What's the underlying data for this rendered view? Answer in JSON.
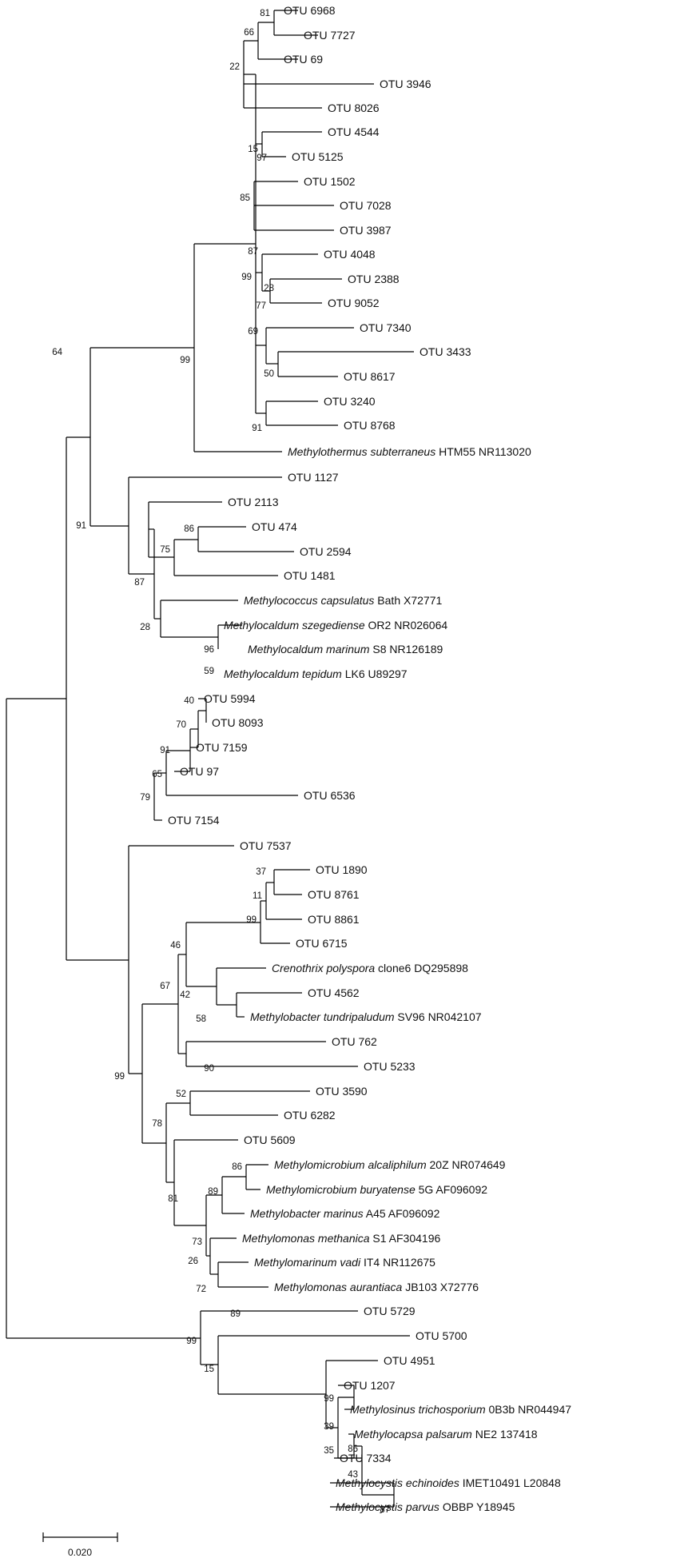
{
  "tree": {
    "scale_bar": {
      "label": "0.020"
    },
    "leaves": [
      {
        "id": "L1",
        "parts": [
          {
            "t": "OTU 6968"
          }
        ]
      },
      {
        "id": "L2",
        "parts": [
          {
            "t": "OTU 7727"
          }
        ]
      },
      {
        "id": "L3",
        "parts": [
          {
            "t": "OTU 69"
          }
        ]
      },
      {
        "id": "L4",
        "parts": [
          {
            "t": "OTU 3946"
          }
        ]
      },
      {
        "id": "L5",
        "parts": [
          {
            "t": "OTU 8026"
          }
        ]
      },
      {
        "id": "L6",
        "parts": [
          {
            "t": "OTU 4544"
          }
        ]
      },
      {
        "id": "L7",
        "parts": [
          {
            "t": "OTU 5125"
          }
        ]
      },
      {
        "id": "L8",
        "parts": [
          {
            "t": "OTU 1502"
          }
        ]
      },
      {
        "id": "L9",
        "parts": [
          {
            "t": "OTU 7028"
          }
        ]
      },
      {
        "id": "L10",
        "parts": [
          {
            "t": "OTU 3987"
          }
        ]
      },
      {
        "id": "L11",
        "parts": [
          {
            "t": "OTU 4048"
          }
        ]
      },
      {
        "id": "L12",
        "parts": [
          {
            "t": "OTU 2388"
          }
        ]
      },
      {
        "id": "L13",
        "parts": [
          {
            "t": "OTU 9052"
          }
        ]
      },
      {
        "id": "L14",
        "parts": [
          {
            "t": "OTU 7340"
          }
        ]
      },
      {
        "id": "L15",
        "parts": [
          {
            "t": "OTU 3433"
          }
        ]
      },
      {
        "id": "L16",
        "parts": [
          {
            "t": "OTU 8617"
          }
        ]
      },
      {
        "id": "L17",
        "parts": [
          {
            "t": "OTU 3240"
          }
        ]
      },
      {
        "id": "L18",
        "parts": [
          {
            "t": "OTU 8768"
          }
        ]
      },
      {
        "id": "L19",
        "parts": [
          {
            "t": "Methylothermus subterraneus",
            "i": true
          },
          {
            "t": " HTM55 NR113020"
          }
        ]
      },
      {
        "id": "L20",
        "parts": [
          {
            "t": "OTU 1127"
          }
        ]
      },
      {
        "id": "L21",
        "parts": [
          {
            "t": "OTU 2113"
          }
        ]
      },
      {
        "id": "L22",
        "parts": [
          {
            "t": "OTU 474"
          }
        ]
      },
      {
        "id": "L23",
        "parts": [
          {
            "t": "OTU 2594"
          }
        ]
      },
      {
        "id": "L24",
        "parts": [
          {
            "t": "OTU 1481"
          }
        ]
      },
      {
        "id": "L25",
        "parts": [
          {
            "t": "Methylococcus capsulatus",
            "i": true
          },
          {
            "t": " Bath X72771"
          }
        ]
      },
      {
        "id": "L26",
        "parts": [
          {
            "t": "Methylocaldum szegediense",
            "i": true
          },
          {
            "t": " OR2 NR026064"
          }
        ]
      },
      {
        "id": "L27",
        "parts": [
          {
            "t": "Methylocaldum marinum",
            "i": true
          },
          {
            "t": " S8 NR126189"
          }
        ]
      },
      {
        "id": "L28",
        "parts": [
          {
            "t": "Methylocaldum tepidum",
            "i": true
          },
          {
            "t": " LK6 U89297"
          }
        ]
      },
      {
        "id": "L29",
        "parts": [
          {
            "t": "OTU 5994"
          }
        ]
      },
      {
        "id": "L30",
        "parts": [
          {
            "t": "OTU 8093"
          }
        ]
      },
      {
        "id": "L31",
        "parts": [
          {
            "t": "OTU 7159"
          }
        ]
      },
      {
        "id": "L32",
        "parts": [
          {
            "t": "OTU 97"
          }
        ]
      },
      {
        "id": "L33",
        "parts": [
          {
            "t": "OTU 6536"
          }
        ]
      },
      {
        "id": "L34",
        "parts": [
          {
            "t": "OTU 7154"
          }
        ]
      },
      {
        "id": "L35",
        "parts": [
          {
            "t": "OTU 7537"
          }
        ]
      },
      {
        "id": "L36",
        "parts": [
          {
            "t": "OTU 1890"
          }
        ]
      },
      {
        "id": "L37",
        "parts": [
          {
            "t": "OTU 8761"
          }
        ]
      },
      {
        "id": "L38",
        "parts": [
          {
            "t": "OTU 8861"
          }
        ]
      },
      {
        "id": "L39",
        "parts": [
          {
            "t": "OTU 6715"
          }
        ]
      },
      {
        "id": "L40",
        "parts": [
          {
            "t": "Crenothrix polyspora",
            "i": true
          },
          {
            "t": " clone6 DQ295898"
          }
        ]
      },
      {
        "id": "L41",
        "parts": [
          {
            "t": "OTU 4562"
          }
        ]
      },
      {
        "id": "L42",
        "parts": [
          {
            "t": "Methylobacter tundripaludum",
            "i": true
          },
          {
            "t": " SV96 NR042107"
          }
        ]
      },
      {
        "id": "L43",
        "parts": [
          {
            "t": "OTU 762"
          }
        ]
      },
      {
        "id": "L44",
        "parts": [
          {
            "t": "OTU 5233"
          }
        ]
      },
      {
        "id": "L45",
        "parts": [
          {
            "t": "OTU 3590"
          }
        ]
      },
      {
        "id": "L46",
        "parts": [
          {
            "t": "OTU 6282"
          }
        ]
      },
      {
        "id": "L47",
        "parts": [
          {
            "t": "OTU 5609"
          }
        ]
      },
      {
        "id": "L48",
        "parts": [
          {
            "t": "Methylomicrobium alcaliphilum",
            "i": true
          },
          {
            "t": " 20Z NR074649"
          }
        ]
      },
      {
        "id": "L49",
        "parts": [
          {
            "t": "Methylomicrobium buryatense",
            "i": true
          },
          {
            "t": " 5G AF096092"
          }
        ]
      },
      {
        "id": "L50",
        "parts": [
          {
            "t": "Methylobacter marinus",
            "i": true
          },
          {
            "t": " A45 AF096092"
          }
        ]
      },
      {
        "id": "L51",
        "parts": [
          {
            "t": "Methylomonas methanica",
            "i": true
          },
          {
            "t": " S1 AF304196"
          }
        ]
      },
      {
        "id": "L52",
        "parts": [
          {
            "t": "Methylomarinum vadi",
            "i": true
          },
          {
            "t": " IT4 NR112675"
          }
        ]
      },
      {
        "id": "L53",
        "parts": [
          {
            "t": "Methylomonas aurantiaca",
            "i": true
          },
          {
            "t": " JB103 X72776"
          }
        ]
      },
      {
        "id": "L54",
        "parts": [
          {
            "t": "OTU 5729"
          }
        ]
      },
      {
        "id": "L55",
        "parts": [
          {
            "t": "OTU 5700"
          }
        ]
      },
      {
        "id": "L56",
        "parts": [
          {
            "t": "OTU 4951"
          }
        ]
      },
      {
        "id": "L57",
        "parts": [
          {
            "t": "OTU 1207"
          }
        ]
      },
      {
        "id": "L58",
        "parts": [
          {
            "t": "Methylosinus trichosporium",
            "i": true
          },
          {
            "t": " 0B3b NR044947"
          }
        ]
      },
      {
        "id": "L59",
        "parts": [
          {
            "t": "Methylocapsa palsarum",
            "i": true
          },
          {
            "t": " NE2 137418"
          }
        ]
      },
      {
        "id": "L60",
        "parts": [
          {
            "t": "OTU 7334"
          }
        ]
      },
      {
        "id": "L61",
        "parts": [
          {
            "t": "Methylocystis echinoides",
            "i": true
          },
          {
            "t": " IMET10491 L20848"
          }
        ]
      },
      {
        "id": "L62",
        "parts": [
          {
            "t": "Methylocystis parvus",
            "i": true
          },
          {
            "t": " OBBP Y18945"
          }
        ]
      }
    ],
    "bootstrap_values": [
      {
        "id": "s81a",
        "v": "81"
      },
      {
        "id": "s66",
        "v": "66"
      },
      {
        "id": "s22",
        "v": "22"
      },
      {
        "id": "s15a",
        "v": "15"
      },
      {
        "id": "s97",
        "v": "97"
      },
      {
        "id": "s85",
        "v": "85"
      },
      {
        "id": "s87a",
        "v": "87"
      },
      {
        "id": "s28a",
        "v": "28"
      },
      {
        "id": "s77",
        "v": "77"
      },
      {
        "id": "s99a",
        "v": "99"
      },
      {
        "id": "s69",
        "v": "69"
      },
      {
        "id": "s50",
        "v": "50"
      },
      {
        "id": "s91a",
        "v": "91"
      },
      {
        "id": "s99b",
        "v": "99"
      },
      {
        "id": "s64",
        "v": "64"
      },
      {
        "id": "s91b",
        "v": "91"
      },
      {
        "id": "s86a",
        "v": "86"
      },
      {
        "id": "s75",
        "v": "75"
      },
      {
        "id": "s87b",
        "v": "87"
      },
      {
        "id": "s28b",
        "v": "28"
      },
      {
        "id": "s96",
        "v": "96"
      },
      {
        "id": "s59",
        "v": "59"
      },
      {
        "id": "s40",
        "v": "40"
      },
      {
        "id": "s70",
        "v": "70"
      },
      {
        "id": "s91c",
        "v": "91"
      },
      {
        "id": "s65",
        "v": "65"
      },
      {
        "id": "s79",
        "v": "79"
      },
      {
        "id": "s37",
        "v": "37"
      },
      {
        "id": "s11",
        "v": "11"
      },
      {
        "id": "s99c",
        "v": "99"
      },
      {
        "id": "s46",
        "v": "46"
      },
      {
        "id": "s42",
        "v": "42"
      },
      {
        "id": "s58",
        "v": "58"
      },
      {
        "id": "s67",
        "v": "67"
      },
      {
        "id": "s90",
        "v": "90"
      },
      {
        "id": "s99d",
        "v": "99"
      },
      {
        "id": "s78",
        "v": "78"
      },
      {
        "id": "s52",
        "v": "52"
      },
      {
        "id": "s81b",
        "v": "81"
      },
      {
        "id": "s86b",
        "v": "86"
      },
      {
        "id": "s89a",
        "v": "89"
      },
      {
        "id": "s73",
        "v": "73"
      },
      {
        "id": "s26",
        "v": "26"
      },
      {
        "id": "s72",
        "v": "72"
      },
      {
        "id": "s89b",
        "v": "89"
      },
      {
        "id": "s99e",
        "v": "99"
      },
      {
        "id": "s15b",
        "v": "15"
      },
      {
        "id": "s99f",
        "v": "99"
      },
      {
        "id": "s39",
        "v": "39"
      },
      {
        "id": "s35",
        "v": "35"
      },
      {
        "id": "s86c",
        "v": "86"
      },
      {
        "id": "s43",
        "v": "43"
      },
      {
        "id": "s87c",
        "v": "87"
      }
    ]
  }
}
